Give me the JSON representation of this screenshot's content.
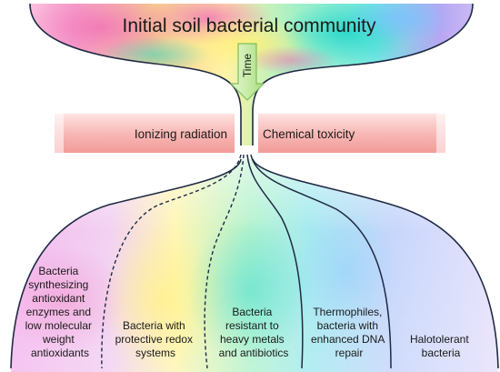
{
  "title": "Initial soil bacterial community",
  "time_label": "Time",
  "barriers": {
    "left": "Ionizing radiation",
    "right": "Chemical toxicity"
  },
  "groups": [
    {
      "lines": [
        "Bacteria",
        "synthesizing",
        "antioxidant",
        "enzymes and",
        "low molecular",
        "weight",
        "antioxidants"
      ]
    },
    {
      "lines": [
        "Bacteria with",
        "protective redox",
        "systems"
      ]
    },
    {
      "lines": [
        "Bacteria",
        "resistant to",
        "heavy metals",
        "and antibiotics"
      ]
    },
    {
      "lines": [
        "Thermophiles,",
        "bacteria with",
        "enhanced DNA",
        "repair"
      ]
    },
    {
      "lines": [
        "Halotolerant",
        "bacteria"
      ]
    }
  ],
  "colors": {
    "barrier_fill": "#f7b9b6",
    "arrow_fill": "#c8eca8",
    "arrow_stroke": "#7fbf5c",
    "outline": "#1f2a44"
  }
}
